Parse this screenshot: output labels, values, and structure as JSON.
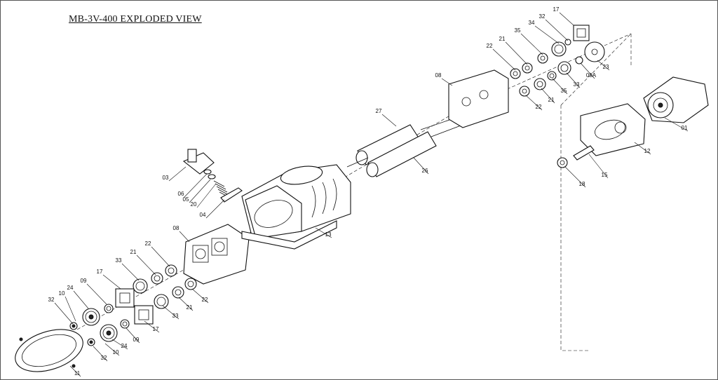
{
  "title": "MB-3V-400 EXPLODED VIEW",
  "parts": [
    {
      "id": "p17a",
      "label": "17"
    },
    {
      "id": "p32a",
      "label": "32"
    },
    {
      "id": "p34a",
      "label": "34"
    },
    {
      "id": "p35a",
      "label": "35"
    },
    {
      "id": "p21a",
      "label": "21"
    },
    {
      "id": "p22a",
      "label": "22"
    },
    {
      "id": "p08a",
      "label": "08"
    },
    {
      "id": "p23",
      "label": "23"
    },
    {
      "id": "p09A",
      "label": "09A"
    },
    {
      "id": "p33a",
      "label": "33"
    },
    {
      "id": "p35b",
      "label": "35"
    },
    {
      "id": "p21b",
      "label": "21"
    },
    {
      "id": "p22b",
      "label": "22"
    },
    {
      "id": "p27",
      "label": "27"
    },
    {
      "id": "p26",
      "label": "26"
    },
    {
      "id": "p01",
      "label": "01"
    },
    {
      "id": "p12",
      "label": "12"
    },
    {
      "id": "p15",
      "label": "15"
    },
    {
      "id": "p18",
      "label": "18"
    },
    {
      "id": "p03",
      "label": "03"
    },
    {
      "id": "p06",
      "label": "06"
    },
    {
      "id": "p05",
      "label": "05"
    },
    {
      "id": "p20",
      "label": "20"
    },
    {
      "id": "p04",
      "label": "04"
    },
    {
      "id": "p13",
      "label": "13"
    },
    {
      "id": "p08b",
      "label": "08"
    },
    {
      "id": "p22c",
      "label": "22"
    },
    {
      "id": "p21c",
      "label": "21"
    },
    {
      "id": "p33b",
      "label": "33"
    },
    {
      "id": "p09a",
      "label": "09"
    },
    {
      "id": "p17b",
      "label": "17"
    },
    {
      "id": "p24a",
      "label": "24"
    },
    {
      "id": "p10a",
      "label": "10"
    },
    {
      "id": "p32b",
      "label": "32"
    },
    {
      "id": "p22d",
      "label": "22"
    },
    {
      "id": "p21d",
      "label": "21"
    },
    {
      "id": "p33c",
      "label": "33"
    },
    {
      "id": "p17c",
      "label": "17"
    },
    {
      "id": "p09b",
      "label": "09"
    },
    {
      "id": "p24b",
      "label": "24"
    },
    {
      "id": "p10b",
      "label": "10"
    },
    {
      "id": "p32c",
      "label": "32"
    },
    {
      "id": "p11",
      "label": "11"
    }
  ]
}
